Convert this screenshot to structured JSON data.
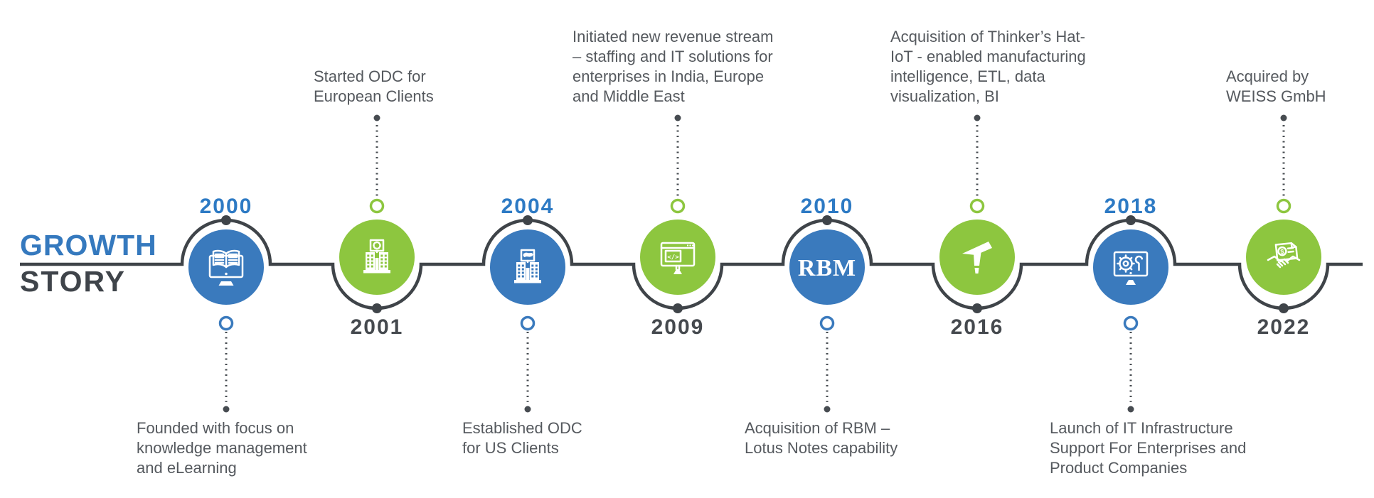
{
  "title": {
    "line1": "GROWTH",
    "line2": "STORY"
  },
  "colors": {
    "blue_circle": "#3a7abd",
    "green_circle": "#8dc63f",
    "timeline_dark": "#3f4449",
    "year_blue": "#2d7ac4",
    "year_dark": "#45494e",
    "description_gray": "#55595e",
    "background": "#ffffff"
  },
  "icon_glyphs": {
    "code": "</>",
    "rbm": "RBM",
    "dollar": "$"
  },
  "milestones": [
    {
      "year": "2000",
      "side": "top",
      "color": "blue",
      "icon": "elearning-monitor-book-icon",
      "description": "Founded with focus on\nknowledge management\nand eLearning"
    },
    {
      "year": "2001",
      "side": "bottom",
      "color": "green",
      "icon": "building-eu-flag-icon",
      "description": "Started ODC for\nEuropean Clients"
    },
    {
      "year": "2004",
      "side": "top",
      "color": "blue",
      "icon": "building-us-map-icon",
      "description": "Established ODC\nfor US Clients"
    },
    {
      "year": "2009",
      "side": "bottom",
      "color": "green",
      "icon": "code-window-monitor-icon",
      "description": "Initiated new revenue stream\n– staffing and IT solutions for\nenterprises in India, Europe\nand Middle East"
    },
    {
      "year": "2010",
      "side": "top",
      "color": "blue",
      "icon": "rbm-logo-text",
      "description": "Acquisition of RBM –\nLotus Notes capability"
    },
    {
      "year": "2016",
      "side": "bottom",
      "color": "green",
      "icon": "thinkers-hat-logo-icon",
      "description": "Acquisition of Thinker’s Hat-\nIoT - enabled manufacturing\nintelligence, ETL, data\nvisualization, BI"
    },
    {
      "year": "2018",
      "side": "top",
      "color": "blue",
      "icon": "it-infrastructure-monitor-icon",
      "description": "Launch of IT Infrastructure\nSupport For Enterprises and\nProduct Companies"
    },
    {
      "year": "2022",
      "side": "bottom",
      "color": "green",
      "icon": "handshake-invoice-icon",
      "description": "Acquired by\nWEISS GmbH"
    }
  ]
}
